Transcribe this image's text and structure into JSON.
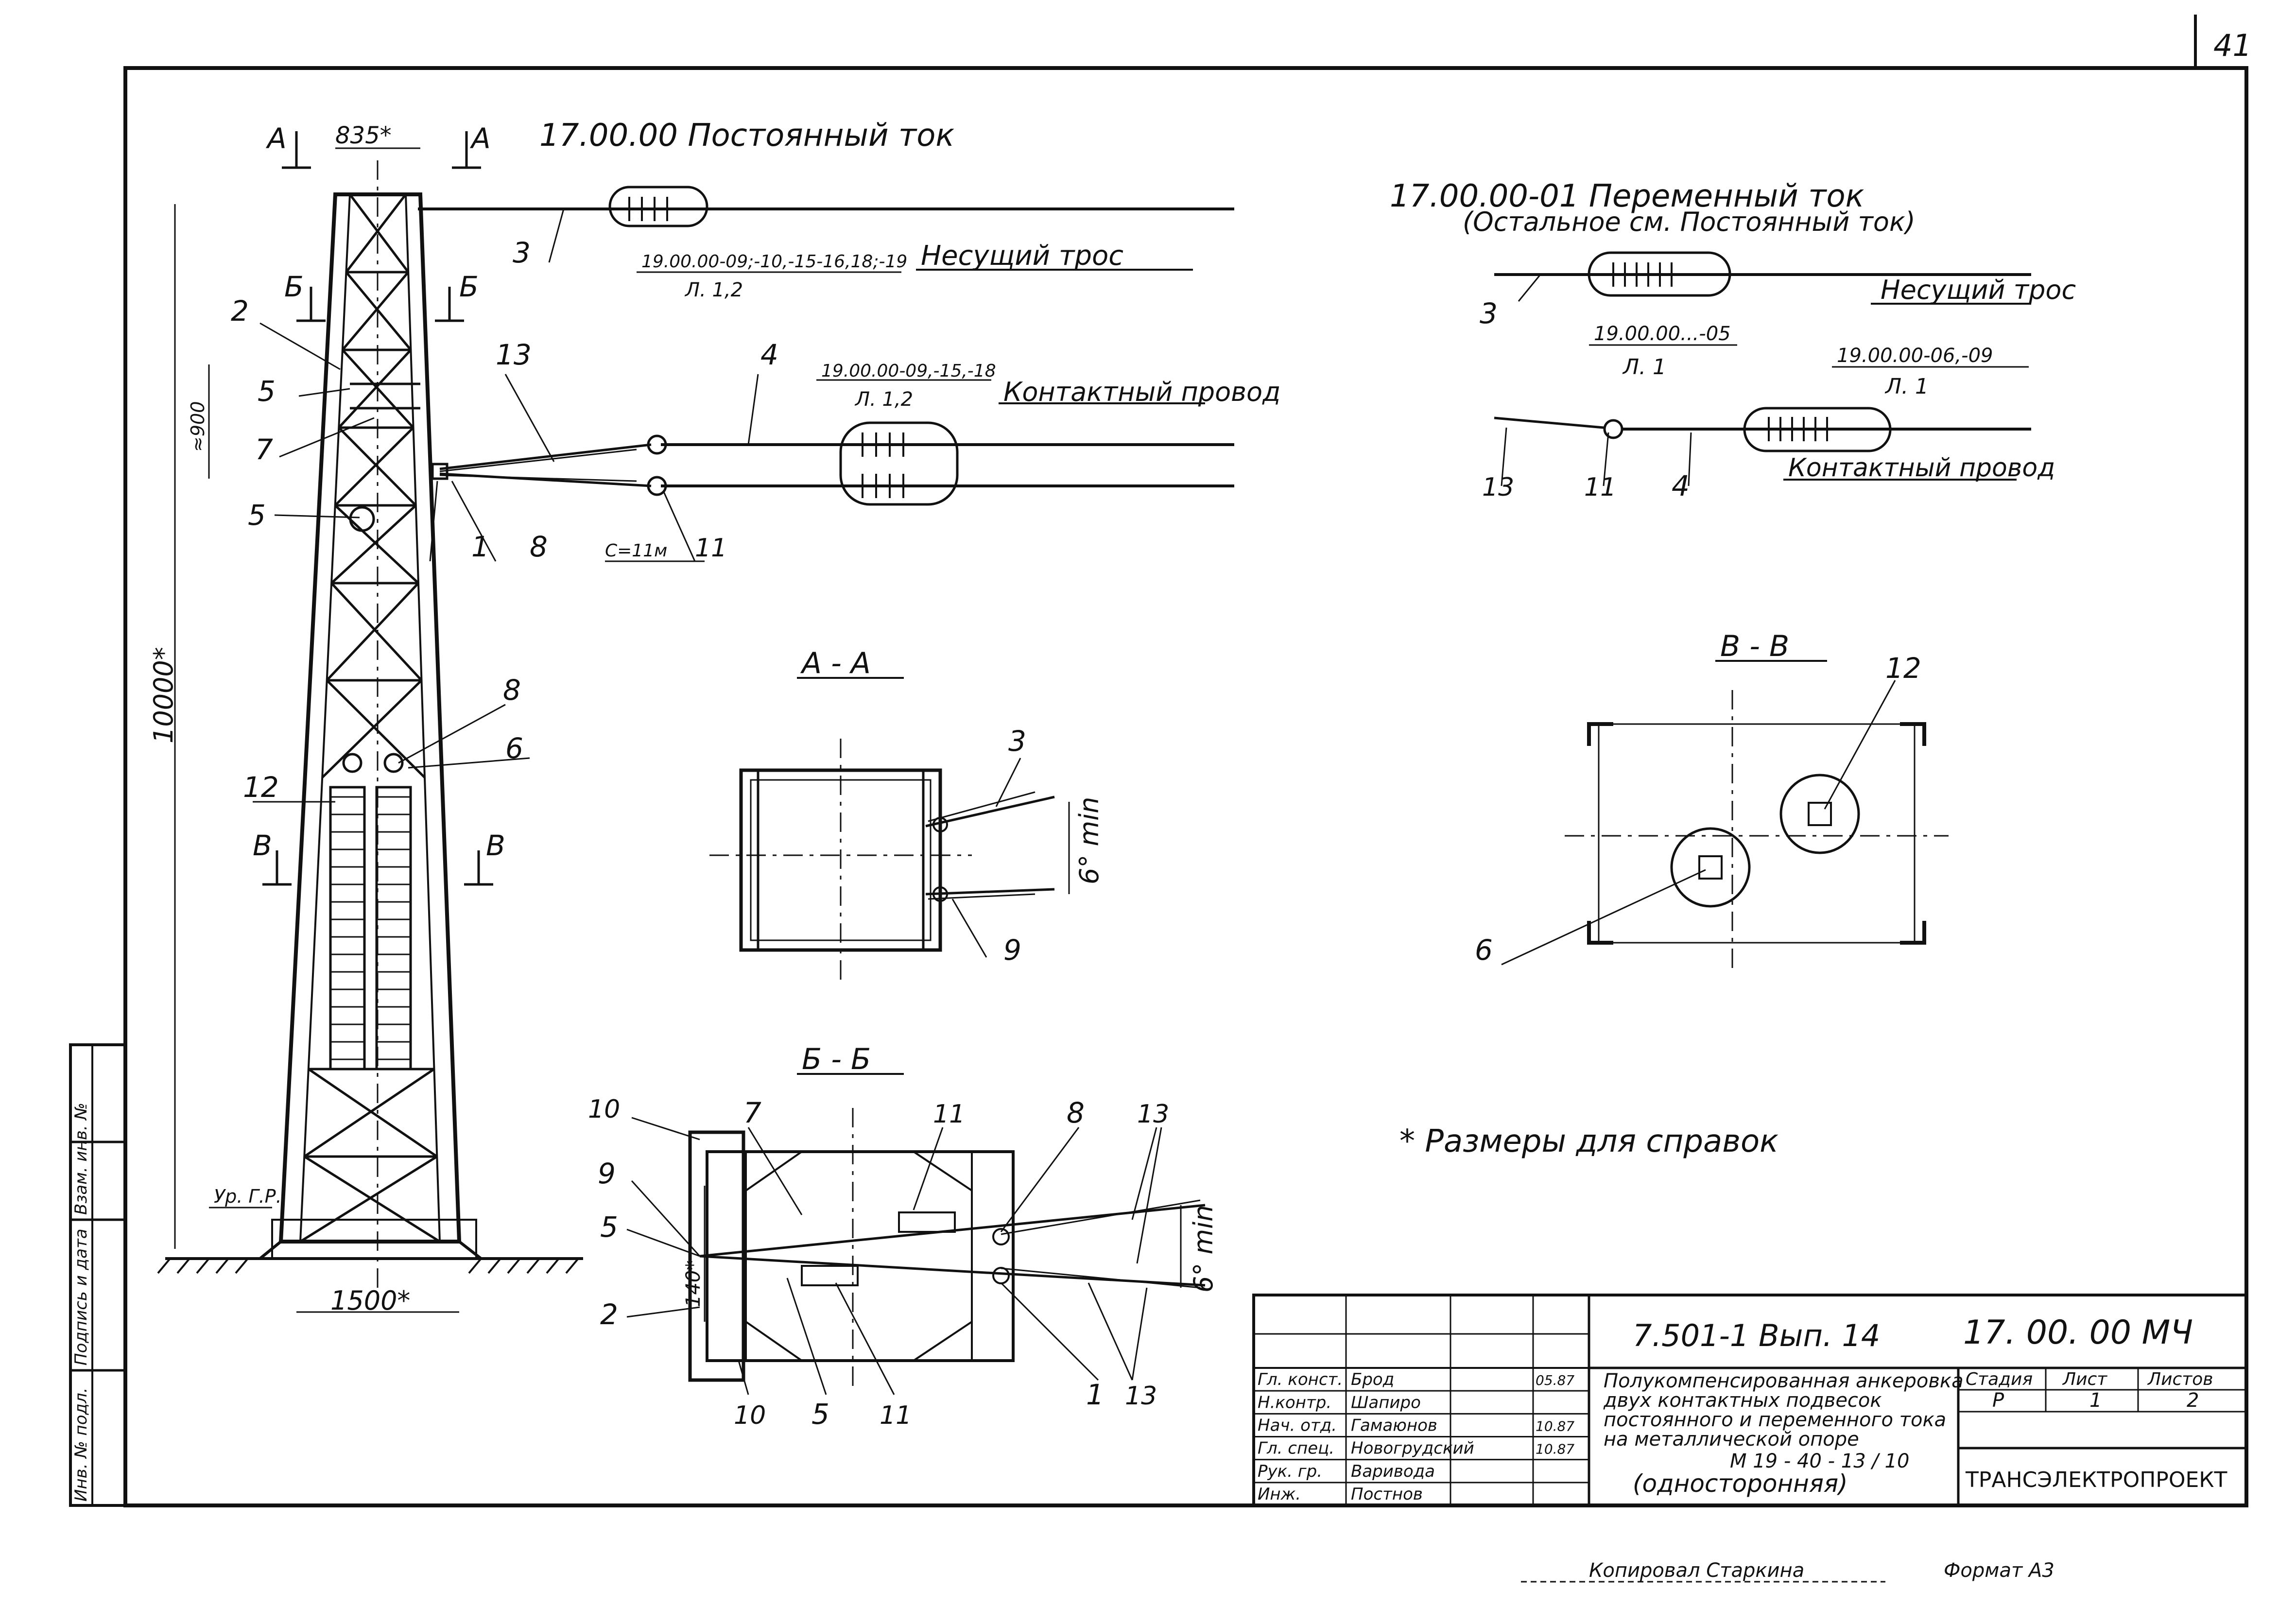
{
  "sheet_number": "41",
  "dc_title": "17.00.00  Постоянный ток",
  "ac_title": "17.00.00-01  Переменный  ток",
  "ac_note": "(Остальное см.  Постоянный  ток)",
  "dims": {
    "top_width": "835*",
    "height": "10000*",
    "upper": "≈900",
    "base": "1500*",
    "c_dim": "C=11м",
    "bb_gap": "140*",
    "min6_aa": "6° min",
    "min6_bb": "6° min"
  },
  "labels": {
    "carrier": "Несущий трос",
    "contact": "Контактный провод",
    "carrier_ac": "Несущий трос",
    "contact_ac": "Контактный провод",
    "ground": "Ур. Г.Р.",
    "footnote": "* Размеры для справок"
  },
  "refs": {
    "dc_carrier": "19.00.00-09;-10,-15-16,18;-19",
    "dc_carrier_sheet": "Л. 1,2",
    "dc_contact": "19.00.00-09,-15,-18",
    "dc_contact_sheet": "Л. 1,2",
    "ac_carrier": "19.00.00...-05",
    "ac_carrier_sheet": "Л. 1",
    "ac_contact": "19.00.00-06,-09",
    "ac_contact_sheet": "Л. 1"
  },
  "sections": {
    "aa": "А - А",
    "bb": "Б - Б",
    "vv": "В - В",
    "a": "А",
    "b": "Б",
    "v": "В"
  },
  "callouts": {
    "n1": "1",
    "n2": "2",
    "n3": "3",
    "n4": "4",
    "n5": "5",
    "n6": "6",
    "n7": "7",
    "n8": "8",
    "n9": "9",
    "n10": "10",
    "n11": "11",
    "n12": "12",
    "n13": "13"
  },
  "title_block": {
    "code": "7.501-1 Вып. 14",
    "doc": "17. 00. 00  МЧ",
    "description": "Полукомпенсированная анкеровка двух контакт­ных подвесок постоянного и переменного тока на металлической опоре",
    "mark": "М 19 - 40 - 13 / 10",
    "mark_note": "(односторонняя)",
    "stage_label": "Стадия",
    "sheet_label": "Лист",
    "sheets_label": "Листов",
    "stage": "Р",
    "sheet": "1",
    "sheets": "2",
    "org": "ТРАНСЭЛЕКТРОПРОЕКТ",
    "roles": [
      {
        "role": "Гл. конст.",
        "name": "Брод",
        "date": "05.87"
      },
      {
        "role": "Н.контр.",
        "name": "Шапиро",
        "date": ""
      },
      {
        "role": "Нач. отд.",
        "name": "Гамаюнов",
        "date": "10.87"
      },
      {
        "role": "Гл. спец.",
        "name": "Новогрудский",
        "date": "10.87"
      },
      {
        "role": "Рук. гр.",
        "name": "Варивода",
        "date": ""
      },
      {
        "role": "Инж.",
        "name": "Постнов",
        "date": ""
      }
    ]
  },
  "side_stamp": [
    "Инв. № подл.",
    "Подпись и дата",
    "Взам. инв. №"
  ],
  "footer": {
    "copied": "Копировал Старкина",
    "format": "Формат А3"
  }
}
